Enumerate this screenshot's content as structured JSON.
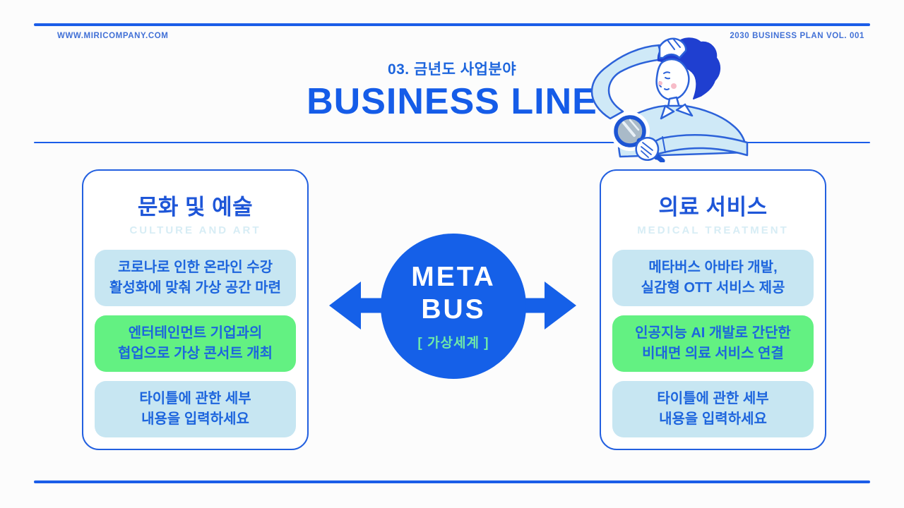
{
  "top_bar": {
    "website": "WWW.MIRICOMPANY.COM",
    "volume": "2030 BUSINESS PLAN VOL. 001"
  },
  "title_block": {
    "kicker": "03. 금년도 사업분야",
    "title": "BUSINESS LINE"
  },
  "left_card": {
    "title": "문화 및 예술",
    "subtitle": "CULTURE AND ART",
    "boxes": [
      {
        "variant": "blue",
        "lines": [
          "코로나로 인한 온라인 수강",
          "활성화에 맞춰 가상 공간 마련"
        ]
      },
      {
        "variant": "green",
        "lines": [
          "엔터테인먼트 기업과의",
          "협업으로 가상 콘서트 개최"
        ]
      },
      {
        "variant": "blue",
        "lines": [
          "타이틀에 관한 세부",
          "내용을 입력하세요"
        ]
      }
    ]
  },
  "right_card": {
    "title": "의료 서비스",
    "subtitle": "MEDICAL TREATMENT",
    "boxes": [
      {
        "variant": "blue",
        "lines": [
          "메타버스 아바타 개발,",
          "실감형 OTT 서비스 제공"
        ]
      },
      {
        "variant": "green",
        "lines": [
          "인공지능 AI 개발로 간단한",
          "비대면 의료 서비스 연결"
        ]
      },
      {
        "variant": "blue",
        "lines": [
          "타이틀에 관한 세부",
          "내용을 입력하세요"
        ]
      }
    ]
  },
  "center": {
    "word_line1": "META",
    "word_line2": "BUS",
    "caption": "[ 가상세계 ]"
  },
  "icons": {
    "left_arrow": "arrow-pointing-left",
    "right_arrow": "arrow-pointing-right",
    "illustration": "person-scratching-head-with-magnifying-glass"
  },
  "colors": {
    "primary_blue": "#1b5de8",
    "title_blue": "#155ce8",
    "text_blue": "#1d65dd",
    "card_border": "#2360e0",
    "box_blue": "#c7e6f2",
    "box_green": "#63f182",
    "subtitle_pale": "#d7edf5",
    "circle_blue": "#1560e8",
    "caption_mint": "#6fe9a8",
    "hair_blue": "#1f3fd0",
    "shirt_blue": "#cfe9f7",
    "outline_blue": "#2c62d9",
    "lens_gray": "#a9bac8",
    "blush_pink": "#f7bcc8",
    "bg": "#fcfcfc"
  }
}
